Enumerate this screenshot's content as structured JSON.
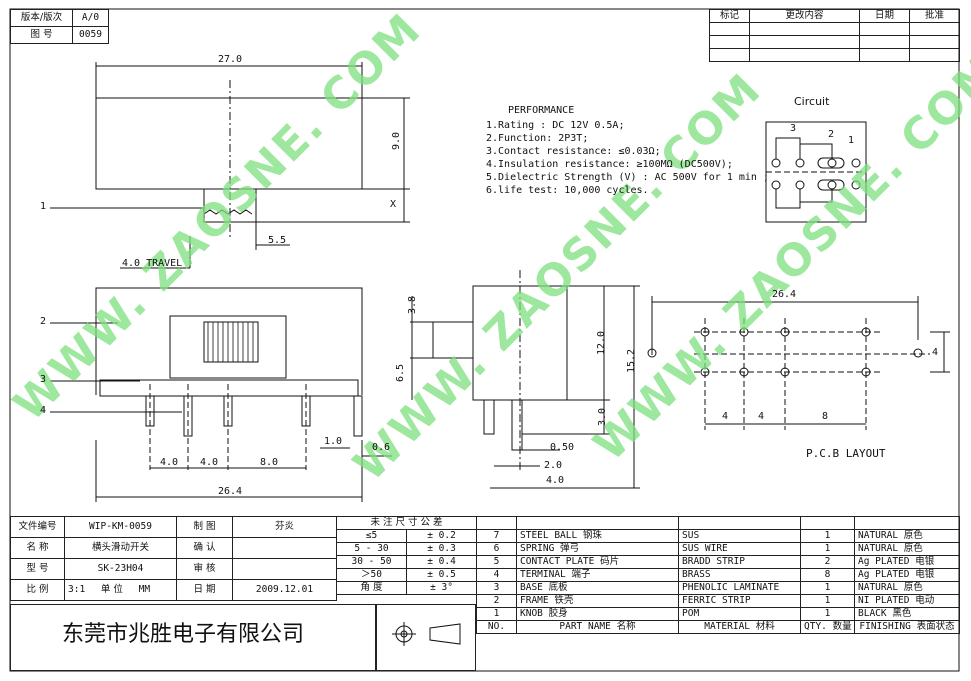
{
  "header": {
    "version_label": "版本/版次",
    "version_value": "A/0",
    "drawing_no_label": "图  号",
    "drawing_no_value": "0059"
  },
  "revision": {
    "cols": [
      "标记",
      "更改内容",
      "日期",
      "批准"
    ]
  },
  "dims": {
    "w27": "27.0",
    "h9": "9.0",
    "x": "X",
    "d55": "5.5",
    "travel": "4.0 TRAVEL",
    "n1": "1",
    "n2": "2",
    "n3": "3",
    "n4": "4",
    "b40a": "4.0",
    "b40b": "4.0",
    "b80": "8.0",
    "b10": "1.0",
    "b06": "0.6",
    "b264": "26.4",
    "s38": "3.8",
    "s65": "6.5",
    "s120": "12.0",
    "s152": "15.2",
    "s30": "3.0",
    "s050": "0.50",
    "s20": "2.0",
    "s40": "4.0",
    "p264": "26.4",
    "p4a": "4",
    "p4b": "4",
    "p8": "8",
    "p4c": "4"
  },
  "performance": {
    "title": "PERFORMANCE",
    "lines": [
      "1.Rating : DC 12V 0.5A;",
      "2.Function: 2P3T;",
      "3.Contact resistance: ≤0.03Ω;",
      "4.Insulation resistance: ≥100MΩ (DC500V);",
      "5.Dielectric Strength (V) : AC 500V for 1 min ;",
      "6.life test: 10,000 cycles."
    ]
  },
  "circuit": {
    "title": "Circuit",
    "l3": "3",
    "l2": "2",
    "l1": "1"
  },
  "pcb_label": "P.C.B LAYOUT",
  "watermark": "WWW. ZAOSNE. COM",
  "info": {
    "file_no_label": "文件编号",
    "file_no": "WIP-KM-0059",
    "make_label": "制  图",
    "maker": "芬炎",
    "name_label": "名  称",
    "name": "横头滑动开关",
    "confirm_label": "确  认",
    "model_label": "型  号",
    "model": "SK-23H04",
    "audit_label": "审  核",
    "scale_label": "比  例",
    "scale": "3:1",
    "unit_label": "单  位",
    "unit": "MM",
    "date_label": "日  期",
    "date": "2009.12.01"
  },
  "tolerance": {
    "title": "未 注 尺 寸 公 差",
    "rows": [
      [
        "≤5",
        "± 0.2"
      ],
      [
        "5 - 30",
        "± 0.3"
      ],
      [
        "30 - 50",
        "± 0.4"
      ],
      [
        "＞50",
        "± 0.5"
      ],
      [
        "角  度",
        "± 3°"
      ]
    ]
  },
  "company": "东莞市兆胜电子有限公司",
  "parts": {
    "rows": [
      [
        "7",
        "STEEL BALL  钢珠",
        "SUS",
        "1",
        "NATURAL 原色"
      ],
      [
        "6",
        "SPRING  弹弓",
        "SUS WIRE",
        "1",
        "NATURAL 原色"
      ],
      [
        "5",
        "CONTACT PLATE  码片",
        "BRADD STRIP",
        "2",
        "Ag PLATED  电银"
      ],
      [
        "4",
        "TERMINAL  端子",
        "BRASS",
        "8",
        "Ag PLATED  电银"
      ],
      [
        "3",
        "BASE  底板",
        "PHENOLIC LAMINATE",
        "1",
        "NATURAL 原色"
      ],
      [
        "2",
        "FRAME  铁壳",
        "FERRIC STRIP",
        "1",
        "NI PLATED  电动"
      ],
      [
        "1",
        "KNOB  胶身",
        "POM",
        "1",
        "BLACK 黑色"
      ]
    ],
    "header": [
      "NO.",
      "PART  NAME  名称",
      "MATERIAL 材料",
      "QTY. 数量",
      "FINISHING 表面状态"
    ]
  }
}
